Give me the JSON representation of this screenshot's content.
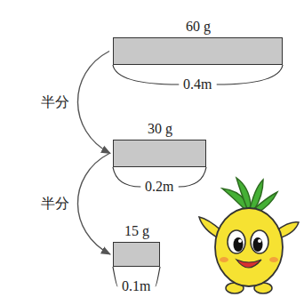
{
  "diagram": {
    "nodes": [
      {
        "text": [
          "60 g",
          "0.4m"
        ]
      },
      {
        "text": [
          "30 g",
          "0.2m"
        ]
      },
      {
        "text": [
          "15 g",
          "0.1m"
        ]
      }
    ],
    "edges": [
      {
        "from": 0,
        "to": 1,
        "arrow": "to",
        "label": "半分"
      },
      {
        "from": 1,
        "to": 2,
        "arrow": "to",
        "label": "半分"
      }
    ]
  }
}
